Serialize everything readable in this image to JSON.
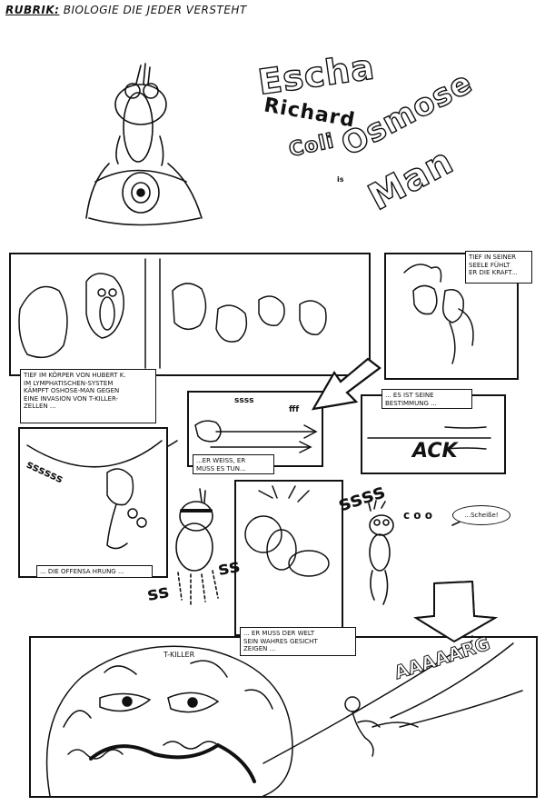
{
  "header": {
    "rubrik": "Rubrik:",
    "subtitle": "Biologie die jeder versteht"
  },
  "title": {
    "line1": "Escha",
    "line2": "Richard",
    "line3": "Coli",
    "is": "is",
    "hero_1": "Osmose",
    "hero_2": "Man"
  },
  "captions": {
    "intro": [
      "Tief im Körper von Hubert K.",
      "im lymphatischen-System",
      "kämpft Oshose-Man gegen",
      "eine Invasion von T-Killer-",
      "Zellen ..."
    ],
    "soul": [
      "Tief in seiner",
      "Seele fühlt",
      "er die Kraft..."
    ],
    "destiny": [
      "... es ist seine",
      "Bestimmung ..."
    ],
    "knows": [
      "...er weiß, er",
      "muß es tun..."
    ],
    "offensive": "... die Offensa hrung ...",
    "true_face": [
      "... er muß der Welt",
      "sein wahres Gesicht",
      "zeigen ..."
    ]
  },
  "speech": {
    "scheisse": "...Scheiße!"
  },
  "sfx": {
    "ssss_1": "ssss",
    "fff": "fff",
    "ssss_2": "ssssss",
    "ssss_3": "ssss",
    "coo": "c o o",
    "ack": "ACK",
    "ss_1": "ss",
    "ss_2": "ss",
    "aargh": "AAAAARG"
  },
  "labels": {
    "t_killer": "T-Killer"
  }
}
